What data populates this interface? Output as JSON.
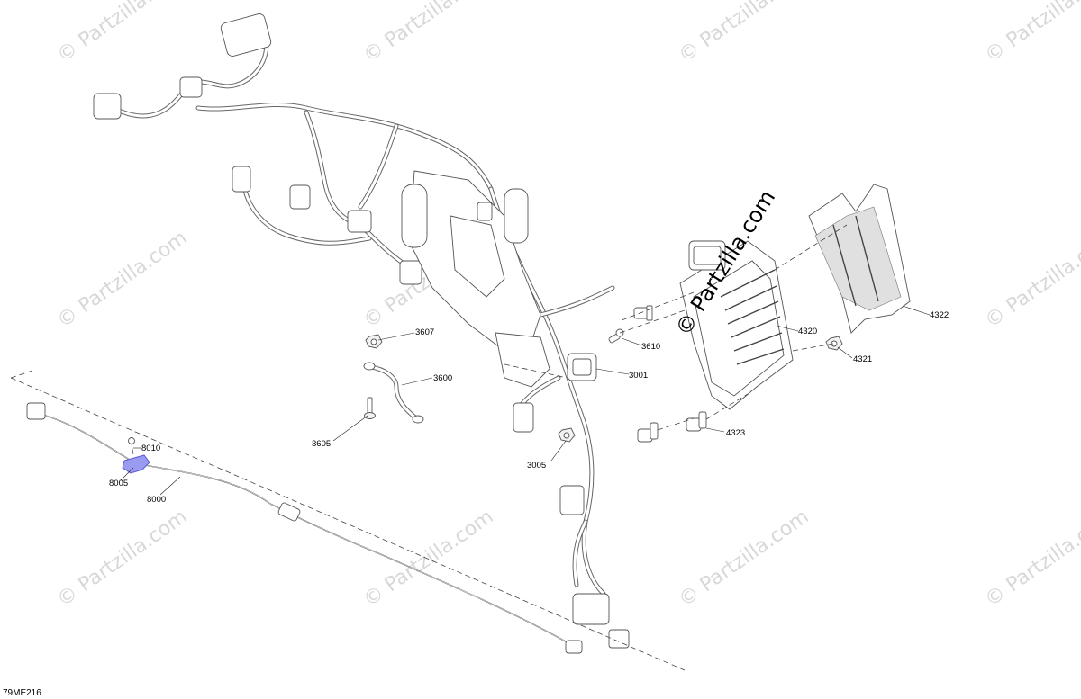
{
  "diagram": {
    "code": "79ME216",
    "watermark_text": "© Partzilla.com",
    "callouts": [
      {
        "id": "3607",
        "label": "3607"
      },
      {
        "id": "3600",
        "label": "3600"
      },
      {
        "id": "3605",
        "label": "3605"
      },
      {
        "id": "3610",
        "label": "3610"
      },
      {
        "id": "3001",
        "label": "3001"
      },
      {
        "id": "3005",
        "label": "3005"
      },
      {
        "id": "4320",
        "label": "4320"
      },
      {
        "id": "4321",
        "label": "4321"
      },
      {
        "id": "4322",
        "label": "4322"
      },
      {
        "id": "4323",
        "label": "4323"
      },
      {
        "id": "8010",
        "label": "8010"
      },
      {
        "id": "8005",
        "label": "8005"
      },
      {
        "id": "8000",
        "label": "8000"
      }
    ],
    "colors": {
      "highlight": "#5a5ad0",
      "line": "#555555",
      "watermark": "#d8d8d8"
    }
  }
}
